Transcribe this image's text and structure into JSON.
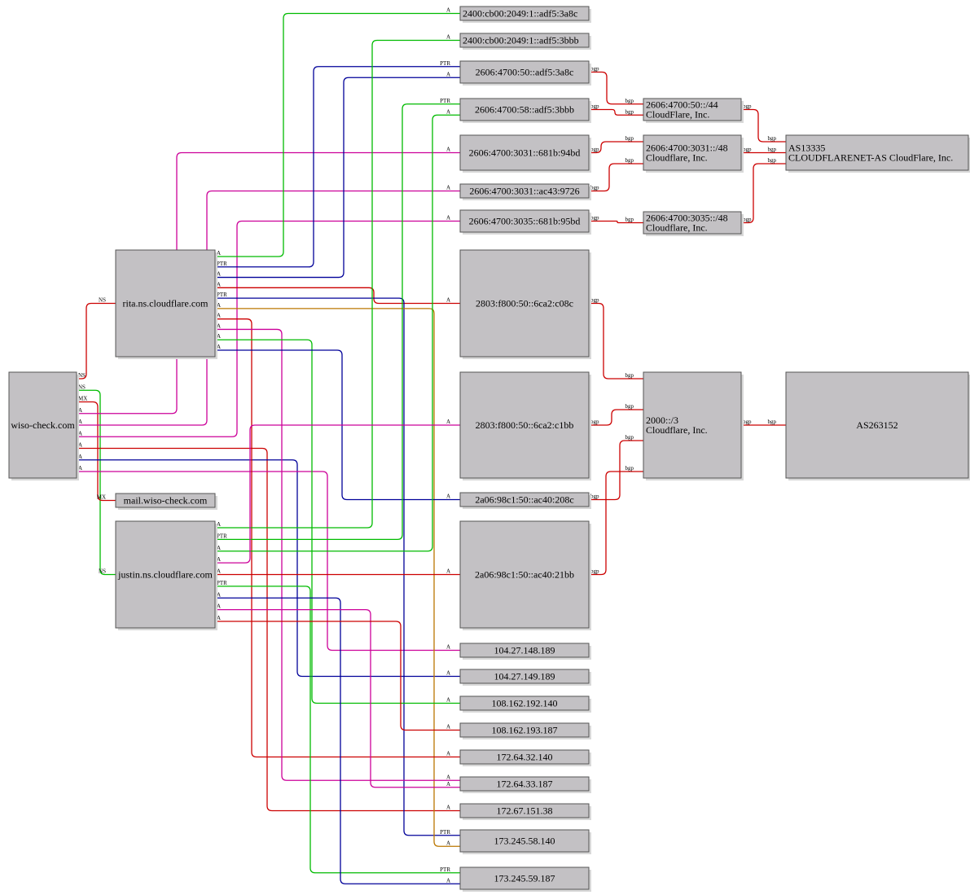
{
  "nodes": [
    {
      "id": "wiso",
      "lines": [
        "wiso-check.com"
      ]
    },
    {
      "id": "rita",
      "lines": [
        "rita.ns.cloudflare.com"
      ]
    },
    {
      "id": "justin",
      "lines": [
        "justin.ns.cloudflare.com"
      ]
    },
    {
      "id": "mail",
      "lines": [
        "mail.wiso-check.com"
      ]
    },
    {
      "id": "ip6a",
      "lines": [
        "2400:cb00:2049:1::adf5:3a8c"
      ]
    },
    {
      "id": "ip6b",
      "lines": [
        "2400:cb00:2049:1::adf5:3bbb"
      ]
    },
    {
      "id": "ip6c",
      "lines": [
        "2606:4700:50::adf5:3a8c"
      ]
    },
    {
      "id": "ip6d",
      "lines": [
        "2606:4700:58::adf5:3bbb"
      ]
    },
    {
      "id": "ip6e",
      "lines": [
        "2606:4700:3031::681b:94bd"
      ]
    },
    {
      "id": "ip6f",
      "lines": [
        "2606:4700:3031::ac43:9726"
      ]
    },
    {
      "id": "ip6g",
      "lines": [
        "2606:4700:3035::681b:95bd"
      ]
    },
    {
      "id": "ip6h",
      "lines": [
        "2803:f800:50::6ca2:c08c"
      ]
    },
    {
      "id": "ip6i",
      "lines": [
        "2803:f800:50::6ca2:c1bb"
      ]
    },
    {
      "id": "ip6j",
      "lines": [
        "2a06:98c1:50::ac40:208c"
      ]
    },
    {
      "id": "ip6k",
      "lines": [
        "2a06:98c1:50::ac40:21bb"
      ]
    },
    {
      "id": "ip4a",
      "lines": [
        "104.27.148.189"
      ]
    },
    {
      "id": "ip4b",
      "lines": [
        "104.27.149.189"
      ]
    },
    {
      "id": "ip4c",
      "lines": [
        "108.162.192.140"
      ]
    },
    {
      "id": "ip4d",
      "lines": [
        "108.162.193.187"
      ]
    },
    {
      "id": "ip4e",
      "lines": [
        "172.64.32.140"
      ]
    },
    {
      "id": "ip4f",
      "lines": [
        "172.64.33.187"
      ]
    },
    {
      "id": "ip4g",
      "lines": [
        "172.67.151.38"
      ]
    },
    {
      "id": "ip4h",
      "lines": [
        "173.245.58.140"
      ]
    },
    {
      "id": "ip4i",
      "lines": [
        "173.245.59.187"
      ]
    },
    {
      "id": "pfx1",
      "lines": [
        "2606:4700:50::/44",
        "CloudFlare, Inc."
      ]
    },
    {
      "id": "pfx2",
      "lines": [
        "2606:4700:3031::/48",
        "Cloudflare, Inc."
      ]
    },
    {
      "id": "pfx3",
      "lines": [
        "2606:4700:3035::/48",
        "Cloudflare, Inc."
      ]
    },
    {
      "id": "pfx4",
      "lines": [
        "2000::/3",
        "Cloudflare, Inc."
      ]
    },
    {
      "id": "as1",
      "lines": [
        "AS13335",
        "CLOUDFLARENET-AS CloudFlare, Inc."
      ]
    },
    {
      "id": "as2",
      "lines": [
        "AS263152"
      ]
    }
  ],
  "edges": [
    {
      "from": "wiso",
      "to": "rita",
      "label": "NS",
      "color": "#cc0000"
    },
    {
      "from": "wiso",
      "to": "justin",
      "label": "NS",
      "color": "#00bb00"
    },
    {
      "from": "wiso",
      "to": "mail",
      "label": "MX",
      "color": "#cc0000"
    },
    {
      "from": "wiso",
      "to": "ip6e",
      "label": "A",
      "color": "#cc0099"
    },
    {
      "from": "wiso",
      "to": "ip6f",
      "label": "A",
      "color": "#cc0099"
    },
    {
      "from": "wiso",
      "to": "ip6g",
      "label": "A",
      "color": "#cc0099"
    },
    {
      "from": "wiso",
      "to": "ip4g",
      "label": "A",
      "color": "#cc0000"
    },
    {
      "from": "wiso",
      "to": "ip4b",
      "label": "A",
      "color": "#000099"
    },
    {
      "from": "wiso",
      "to": "ip4a",
      "label": "A",
      "color": "#cc0099"
    },
    {
      "from": "rita",
      "to": "ip6a",
      "label": "A",
      "color": "#00bb00"
    },
    {
      "from": "rita",
      "to": "ip6c",
      "label": "PTR",
      "color": "#000099"
    },
    {
      "from": "rita",
      "to": "ip6c",
      "label": "A",
      "color": "#000099"
    },
    {
      "from": "rita",
      "to": "ip6h",
      "label": "A",
      "color": "#cc0000"
    },
    {
      "from": "rita",
      "to": "ip4h",
      "label": "PTR",
      "color": "#000099"
    },
    {
      "from": "rita",
      "to": "ip4h",
      "label": "A",
      "color": "#bb7700"
    },
    {
      "from": "rita",
      "to": "ip4e",
      "label": "A",
      "color": "#cc0000"
    },
    {
      "from": "rita",
      "to": "ip4f",
      "label": "A",
      "color": "#cc0099"
    },
    {
      "from": "rita",
      "to": "ip4c",
      "label": "A",
      "color": "#00bb00"
    },
    {
      "from": "rita",
      "to": "ip6j",
      "label": "A",
      "color": "#000099"
    },
    {
      "from": "justin",
      "to": "ip6b",
      "label": "A",
      "color": "#00bb00"
    },
    {
      "from": "justin",
      "to": "ip6d",
      "label": "PTR",
      "color": "#00bb00"
    },
    {
      "from": "justin",
      "to": "ip6d",
      "label": "A",
      "color": "#00bb00"
    },
    {
      "from": "justin",
      "to": "ip6i",
      "label": "A",
      "color": "#cc0099"
    },
    {
      "from": "justin",
      "to": "ip6k",
      "label": "A",
      "color": "#cc0000"
    },
    {
      "from": "justin",
      "to": "ip4i",
      "label": "PTR",
      "color": "#00bb00"
    },
    {
      "from": "justin",
      "to": "ip4i",
      "label": "A",
      "color": "#000099"
    },
    {
      "from": "justin",
      "to": "ip4f",
      "label": "A",
      "color": "#cc0099"
    },
    {
      "from": "justin",
      "to": "ip4d",
      "label": "A",
      "color": "#cc0000"
    },
    {
      "from": "ip6c",
      "to": "pfx1",
      "label": "bgp",
      "color": "#cc0000"
    },
    {
      "from": "ip6d",
      "to": "pfx1",
      "label": "bgp",
      "color": "#cc0000"
    },
    {
      "from": "ip6e",
      "to": "pfx2",
      "label": "bgp",
      "color": "#cc0000"
    },
    {
      "from": "ip6f",
      "to": "pfx2",
      "label": "bgp",
      "color": "#cc0000"
    },
    {
      "from": "ip6g",
      "to": "pfx3",
      "label": "bgp",
      "color": "#cc0000"
    },
    {
      "from": "ip6h",
      "to": "pfx4",
      "label": "bgp",
      "color": "#cc0000"
    },
    {
      "from": "ip6i",
      "to": "pfx4",
      "label": "bgp",
      "color": "#cc0000"
    },
    {
      "from": "ip6j",
      "to": "pfx4",
      "label": "bgp",
      "color": "#cc0000"
    },
    {
      "from": "ip6k",
      "to": "pfx4",
      "label": "bgp",
      "color": "#cc0000"
    },
    {
      "from": "pfx1",
      "to": "as1",
      "label": "bgp",
      "color": "#cc0000"
    },
    {
      "from": "pfx2",
      "to": "as1",
      "label": "bgp",
      "color": "#cc0000"
    },
    {
      "from": "pfx3",
      "to": "as1",
      "label": "bgp",
      "color": "#cc0000"
    },
    {
      "from": "pfx4",
      "to": "as2",
      "label": "bgp",
      "color": "#cc0000"
    }
  ]
}
